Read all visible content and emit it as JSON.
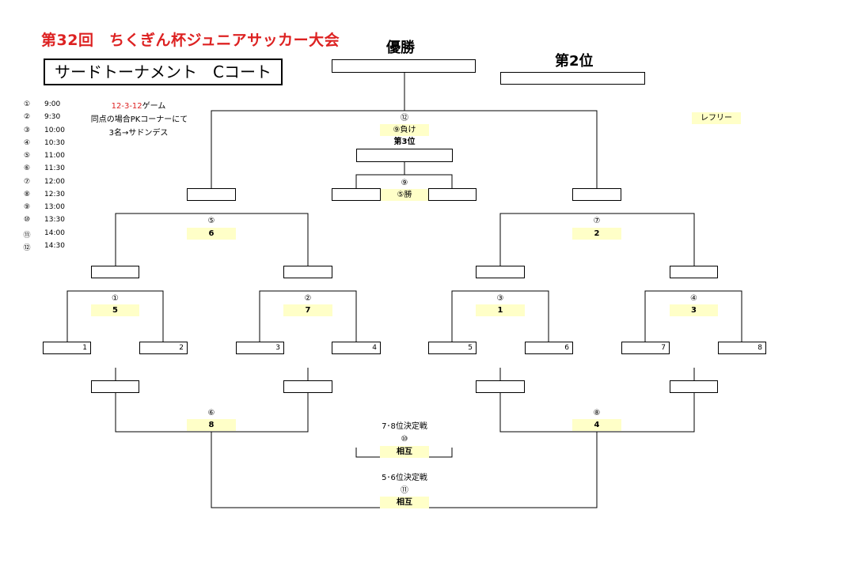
{
  "title": "第32回　ちくぎん杯ジュニアサッカー大会",
  "subtitle": "サードトーナメント　Cコート",
  "champion_label": "優勝",
  "second_label": "第2位",
  "third_label": "第3位",
  "referee_label": "レフリー",
  "rules": {
    "format_red": "12-3-12",
    "format_rest": "ゲーム",
    "tie": "同点の場合PKコーナーにて",
    "sudden": "3名→サドンデス"
  },
  "schedule": [
    {
      "num": "①",
      "time": "9:00"
    },
    {
      "num": "②",
      "time": "9:30"
    },
    {
      "num": "③",
      "time": "10:00"
    },
    {
      "num": "④",
      "time": "10:30"
    },
    {
      "num": "⑤",
      "time": "11:00"
    },
    {
      "num": "⑥",
      "time": "11:30"
    },
    {
      "num": "⑦",
      "time": "12:00"
    },
    {
      "num": "⑧",
      "time": "12:30"
    },
    {
      "num": "⑨",
      "time": "13:00"
    },
    {
      "num": "⑩",
      "time": "13:30"
    },
    {
      "num": "⑪",
      "time": "14:00"
    },
    {
      "num": "⑫",
      "time": "14:30"
    }
  ],
  "teams": [
    "1",
    "2",
    "3",
    "4",
    "5",
    "6",
    "7",
    "8"
  ],
  "matches": {
    "m1": {
      "num": "①",
      "ref": "5"
    },
    "m2": {
      "num": "②",
      "ref": "7"
    },
    "m3": {
      "num": "③",
      "ref": "1"
    },
    "m4": {
      "num": "④",
      "ref": "3"
    },
    "m5": {
      "num": "⑤",
      "ref": "6"
    },
    "m7": {
      "num": "⑦",
      "ref": "2"
    },
    "m6": {
      "num": "⑥",
      "ref": "8"
    },
    "m8": {
      "num": "⑧",
      "ref": "4"
    },
    "m9": {
      "num": "⑨",
      "ref": "⑤勝"
    },
    "m12": {
      "num": "⑫",
      "ref": "⑨負け"
    },
    "m10": {
      "title": "7･8位決定戦",
      "num": "⑩",
      "ref": "相互"
    },
    "m11": {
      "title": "5･6位決定戦",
      "num": "⑪",
      "ref": "相互"
    }
  }
}
